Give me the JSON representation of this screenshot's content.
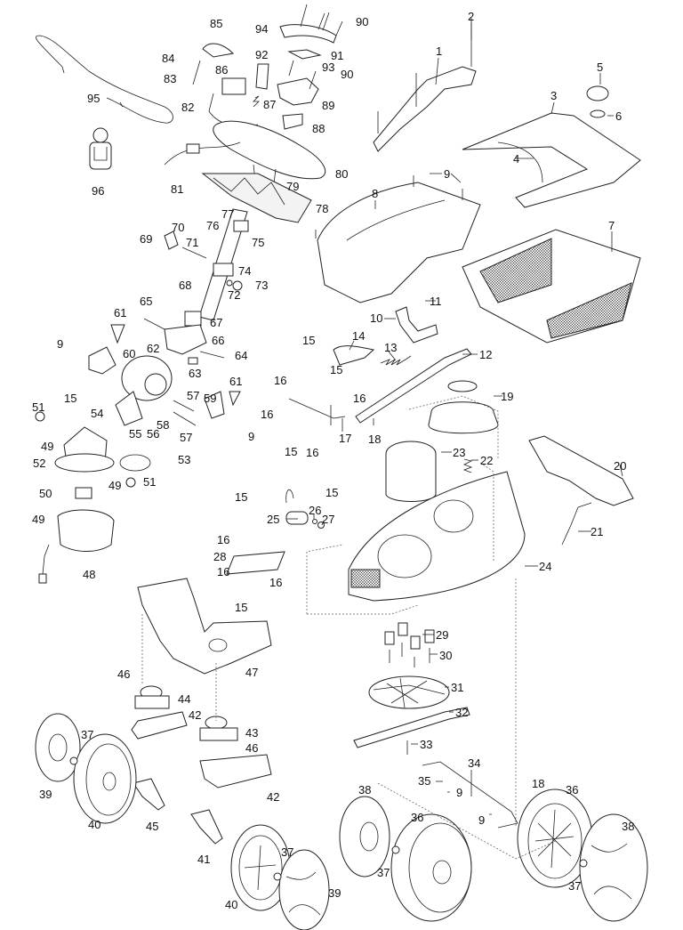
{
  "diagram": {
    "title": "Lawn mower exploded parts diagram",
    "callouts": [
      {
        "id": "1",
        "label": "1"
      },
      {
        "id": "2",
        "label": "2"
      },
      {
        "id": "3",
        "label": "3"
      },
      {
        "id": "4",
        "label": "4"
      },
      {
        "id": "5",
        "label": "5"
      },
      {
        "id": "6",
        "label": "6"
      },
      {
        "id": "7",
        "label": "7"
      },
      {
        "id": "8",
        "label": "8"
      },
      {
        "id": "9",
        "label": "9"
      },
      {
        "id": "10",
        "label": "10"
      },
      {
        "id": "11",
        "label": "11"
      },
      {
        "id": "12",
        "label": "12"
      },
      {
        "id": "13",
        "label": "13"
      },
      {
        "id": "14",
        "label": "14"
      },
      {
        "id": "15",
        "label": "15"
      },
      {
        "id": "16",
        "label": "16"
      },
      {
        "id": "17",
        "label": "17"
      },
      {
        "id": "18",
        "label": "18"
      },
      {
        "id": "19",
        "label": "19"
      },
      {
        "id": "20",
        "label": "20"
      },
      {
        "id": "21",
        "label": "21"
      },
      {
        "id": "22",
        "label": "22"
      },
      {
        "id": "23",
        "label": "23"
      },
      {
        "id": "24",
        "label": "24"
      },
      {
        "id": "25",
        "label": "25"
      },
      {
        "id": "26",
        "label": "26"
      },
      {
        "id": "27",
        "label": "27"
      },
      {
        "id": "28",
        "label": "28"
      },
      {
        "id": "29",
        "label": "29"
      },
      {
        "id": "30",
        "label": "30"
      },
      {
        "id": "31",
        "label": "31"
      },
      {
        "id": "32",
        "label": "32"
      },
      {
        "id": "33",
        "label": "33"
      },
      {
        "id": "34",
        "label": "34"
      },
      {
        "id": "35",
        "label": "35"
      },
      {
        "id": "36",
        "label": "36"
      },
      {
        "id": "37",
        "label": "37"
      },
      {
        "id": "38",
        "label": "38"
      },
      {
        "id": "39",
        "label": "39"
      },
      {
        "id": "40",
        "label": "40"
      },
      {
        "id": "41",
        "label": "41"
      },
      {
        "id": "42",
        "label": "42"
      },
      {
        "id": "43",
        "label": "43"
      },
      {
        "id": "44",
        "label": "44"
      },
      {
        "id": "45",
        "label": "45"
      },
      {
        "id": "46",
        "label": "46"
      },
      {
        "id": "47",
        "label": "47"
      },
      {
        "id": "48",
        "label": "48"
      },
      {
        "id": "49",
        "label": "49"
      },
      {
        "id": "50",
        "label": "50"
      },
      {
        "id": "51",
        "label": "51"
      },
      {
        "id": "52",
        "label": "52"
      },
      {
        "id": "53",
        "label": "53"
      },
      {
        "id": "54",
        "label": "54"
      },
      {
        "id": "55",
        "label": "55"
      },
      {
        "id": "56",
        "label": "56"
      },
      {
        "id": "57",
        "label": "57"
      },
      {
        "id": "58",
        "label": "58"
      },
      {
        "id": "59",
        "label": "59"
      },
      {
        "id": "60",
        "label": "60"
      },
      {
        "id": "61",
        "label": "61"
      },
      {
        "id": "62",
        "label": "62"
      },
      {
        "id": "63",
        "label": "63"
      },
      {
        "id": "64",
        "label": "64"
      },
      {
        "id": "65",
        "label": "65"
      },
      {
        "id": "66",
        "label": "66"
      },
      {
        "id": "67",
        "label": "67"
      },
      {
        "id": "68",
        "label": "68"
      },
      {
        "id": "69",
        "label": "69"
      },
      {
        "id": "70",
        "label": "70"
      },
      {
        "id": "71",
        "label": "71"
      },
      {
        "id": "72",
        "label": "72"
      },
      {
        "id": "73",
        "label": "73"
      },
      {
        "id": "74",
        "label": "74"
      },
      {
        "id": "75",
        "label": "75"
      },
      {
        "id": "76",
        "label": "76"
      },
      {
        "id": "77",
        "label": "77"
      },
      {
        "id": "78",
        "label": "78"
      },
      {
        "id": "79",
        "label": "79"
      },
      {
        "id": "80",
        "label": "80"
      },
      {
        "id": "81",
        "label": "81"
      },
      {
        "id": "82",
        "label": "82"
      },
      {
        "id": "83",
        "label": "83"
      },
      {
        "id": "84",
        "label": "84"
      },
      {
        "id": "85",
        "label": "85"
      },
      {
        "id": "86",
        "label": "86"
      },
      {
        "id": "87",
        "label": "87"
      },
      {
        "id": "88",
        "label": "88"
      },
      {
        "id": "89",
        "label": "89"
      },
      {
        "id": "90",
        "label": "90"
      },
      {
        "id": "91",
        "label": "91"
      },
      {
        "id": "92",
        "label": "92"
      },
      {
        "id": "93",
        "label": "93"
      },
      {
        "id": "94",
        "label": "94"
      },
      {
        "id": "95",
        "label": "95"
      },
      {
        "id": "96",
        "label": "96"
      }
    ]
  }
}
